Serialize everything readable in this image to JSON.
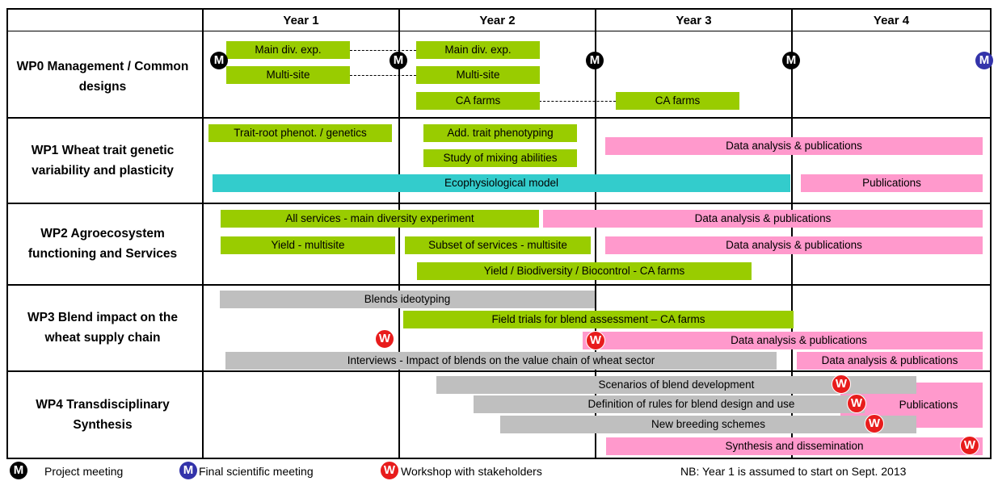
{
  "header": {
    "years": [
      "Year 1",
      "Year 2",
      "Year 3",
      "Year 4"
    ]
  },
  "work_packages": {
    "wp0": "WP0 Management / Common designs",
    "wp1": "WP1 Wheat trait genetic variability and plasticity",
    "wp2": "WP2 Agroecosystem functioning and Services",
    "wp3": "WP3 Blend impact on the wheat supply chain",
    "wp4": "WP4 Transdisciplinary Synthesis"
  },
  "tasks": {
    "wp0": {
      "main_div_1": "Main div. exp.",
      "main_div_2": "Main div. exp.",
      "multisite_1": "Multi-site",
      "multisite_2": "Multi-site",
      "ca_farms_1": "CA farms",
      "ca_farms_2": "CA farms"
    },
    "wp1": {
      "trait_root": "Trait-root phenot. / genetics",
      "add_trait": "Add. trait phenotyping",
      "mixing": "Study of mixing abilities",
      "data_analysis": "Data analysis & publications",
      "ecophys": "Ecophysiological model",
      "publications": "Publications"
    },
    "wp2": {
      "all_services": "All services - main diversity experiment",
      "data_analysis_1": "Data analysis & publications",
      "yield_multisite": "Yield - multisite",
      "subset_services": "Subset of services - multisite",
      "data_analysis_2": "Data analysis & publications",
      "yield_bio": "Yield / Biodiversity / Biocontrol - CA farms"
    },
    "wp3": {
      "ideotyping": "Blends ideotyping",
      "field_trials": "Field trials for blend assessment – CA farms",
      "data_analysis_1": "Data analysis & publications",
      "interviews": "Interviews - Impact of blends on the value chain of wheat sector",
      "data_analysis_2": "Data analysis & publications"
    },
    "wp4": {
      "scenarios": "Scenarios of blend development",
      "rules": "Definition of rules for blend design and use",
      "publications": "Publications",
      "breeding": "New breeding schemes",
      "synthesis": "Synthesis and dissemination"
    }
  },
  "markers": {
    "meeting_letter": "M",
    "workshop_letter": "W"
  },
  "legend": {
    "project_meeting": "Project meeting",
    "final_meeting": "Final scientific meeting",
    "workshop": "Workshop with stakeholders",
    "note": "NB: Year 1 is assumed to start on Sept. 2013"
  },
  "colors": {
    "green": "#99cc00",
    "pink": "#ff99cc",
    "cyan": "#33cccc",
    "grey": "#bfbfbf",
    "meeting": "#000000",
    "final_meeting": "#3333aa",
    "workshop": "#e81c1c"
  }
}
